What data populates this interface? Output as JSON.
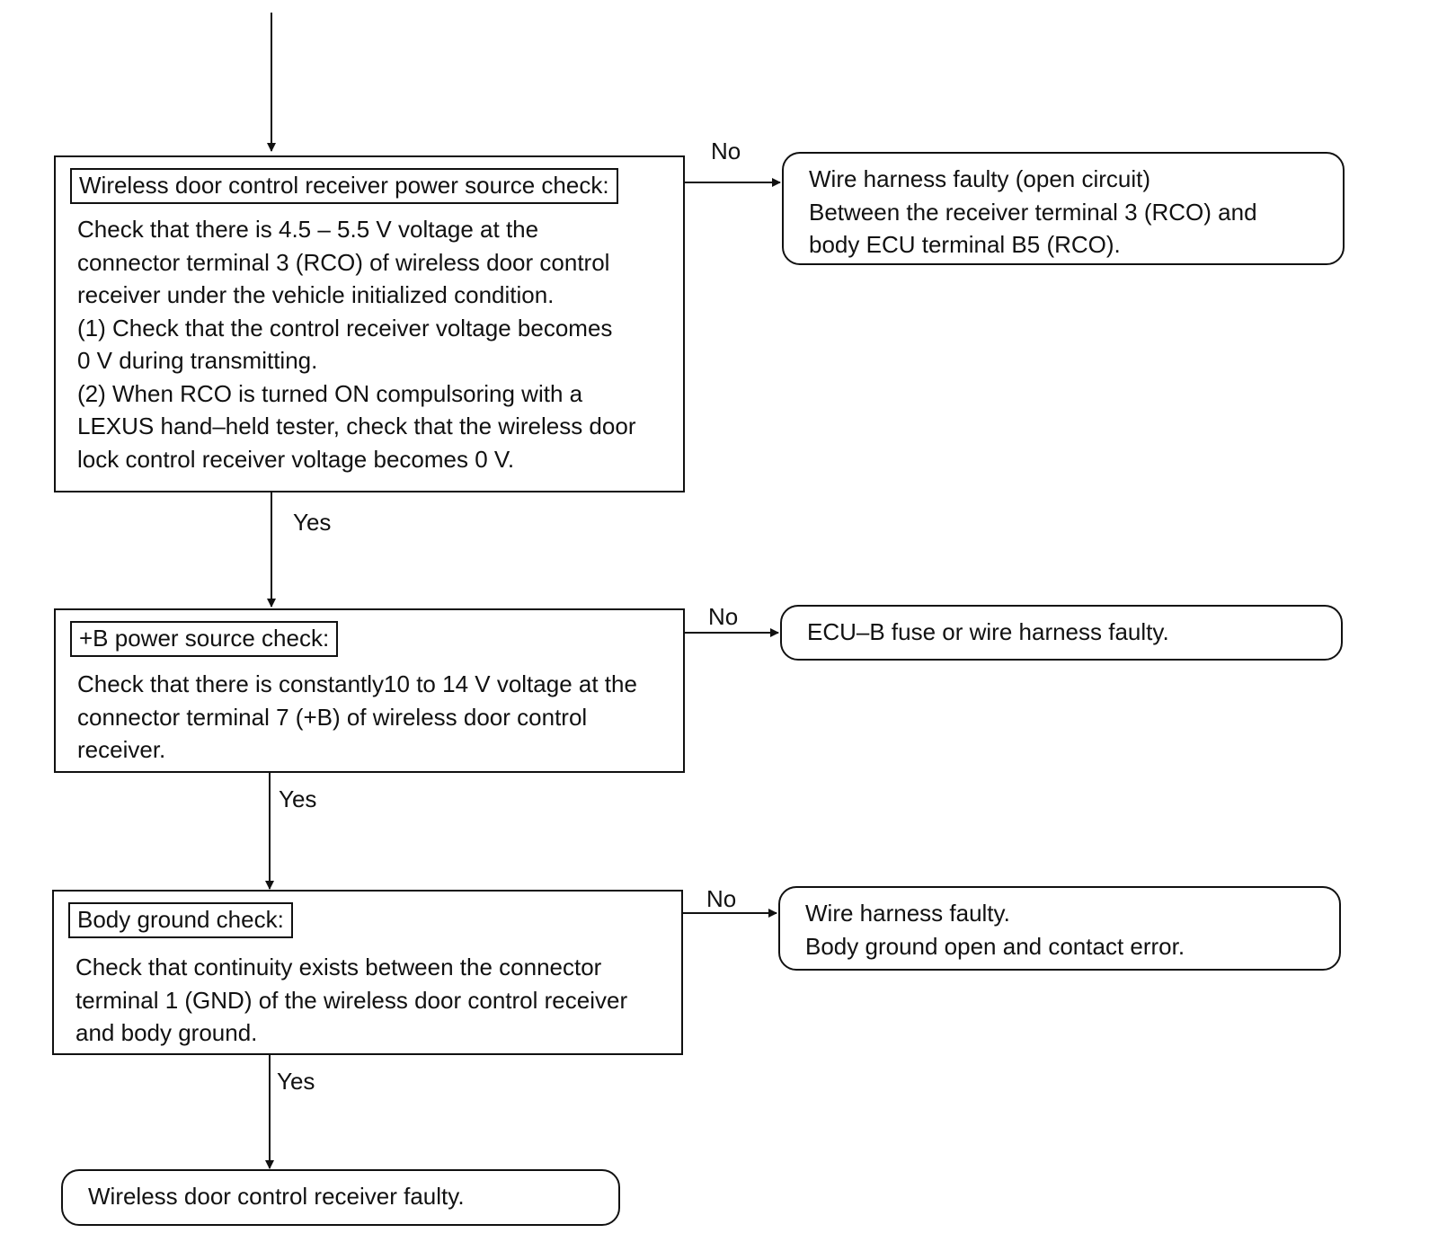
{
  "steps": [
    {
      "title": "Wireless door control receiver power source check:",
      "lines": [
        "Check that there is 4.5 – 5.5 V voltage at the",
        "connector terminal 3 (RCO) of wireless door control",
        "receiver under the vehicle initialized condition.",
        "(1) Check that the control receiver voltage becomes",
        "0 V during transmitting.",
        "(2) When RCO is turned ON compulsoring with a",
        "LEXUS hand–held tester, check that the wireless door",
        "lock control receiver voltage becomes 0 V."
      ],
      "no_label": "No",
      "yes_label": "Yes",
      "no_result": [
        "Wire harness faulty (open circuit)",
        "Between the receiver terminal 3 (RCO) and",
        "body ECU terminal B5 (RCO)."
      ]
    },
    {
      "title": "+B power source check:",
      "lines": [
        "Check that there is constantly10 to 14 V voltage at the",
        "connector terminal 7 (+B) of wireless door control",
        "receiver."
      ],
      "no_label": "No",
      "yes_label": "Yes",
      "no_result": [
        "ECU–B fuse or wire harness faulty."
      ]
    },
    {
      "title": "Body ground check:",
      "lines": [
        "Check that continuity exists between the connector",
        "terminal 1 (GND) of the wireless door control receiver",
        "and body ground."
      ],
      "no_label": "No",
      "yes_label": "Yes",
      "no_result": [
        "Wire harness faulty.",
        "Body ground open and contact error."
      ]
    }
  ],
  "final_result": "Wireless door control receiver faulty."
}
